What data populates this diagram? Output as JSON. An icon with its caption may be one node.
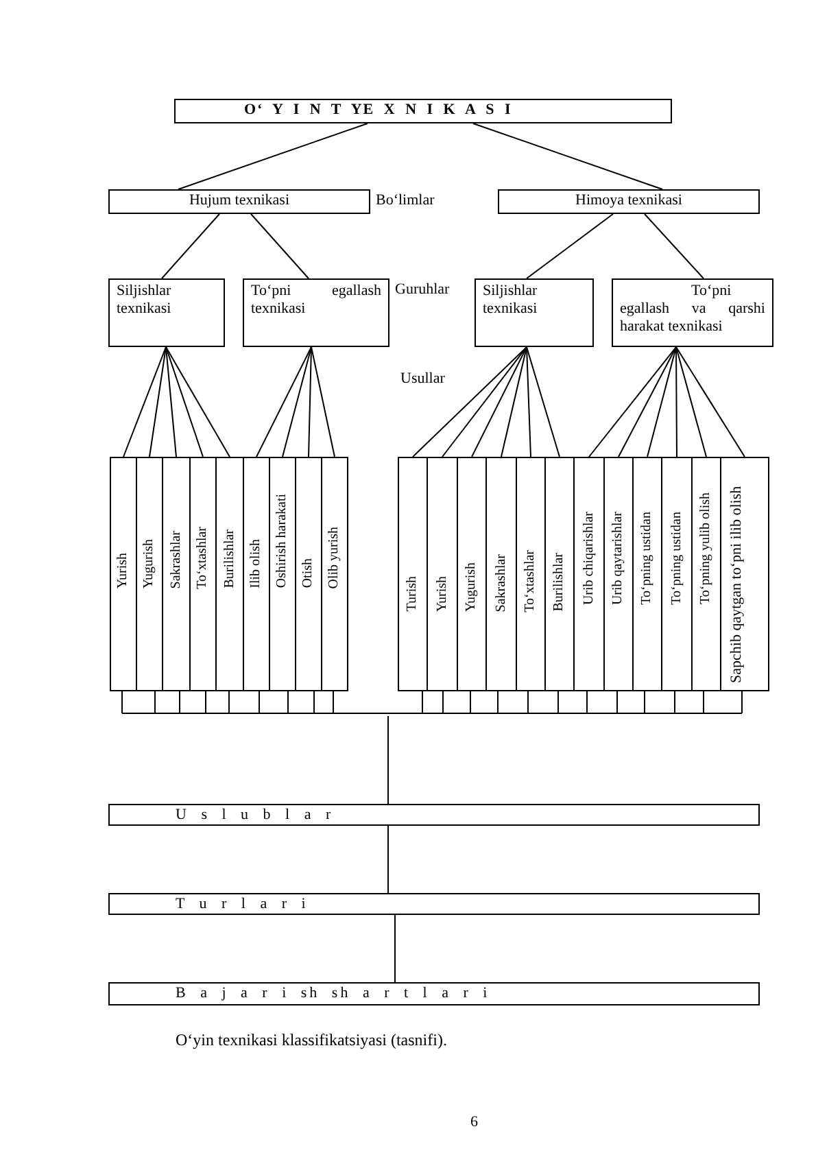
{
  "diagram": {
    "caption": "O‘yin texnikasi klassifikatsiyasi (tasnifi).",
    "nodes": [
      {
        "text": [
          "O‘ Y I N T YE X N I K A S I"
        ]
      },
      {
        "text": [
          "Hujum texnikasi"
        ]
      },
      {
        "text": [
          "Himoya texnikasi"
        ]
      },
      {
        "text": [
          "Siljishlar texnikasi"
        ]
      },
      {
        "text": [
          "To‘pni egallash texnikasi"
        ]
      },
      {
        "text": [
          "Siljishlar texnikasi"
        ]
      },
      {
        "text": [
          "To‘pni egallash va qarshi harakat texnikasi"
        ]
      },
      {
        "text": [
          "Yurish"
        ]
      },
      {
        "text": [
          "Yugurish"
        ]
      },
      {
        "text": [
          "Sakrashlar"
        ]
      },
      {
        "text": [
          "To‘xtashlar"
        ]
      },
      {
        "text": [
          "Burilishlar"
        ]
      },
      {
        "text": [
          "Ilib olish"
        ]
      },
      {
        "text": [
          "Oshirish harakati"
        ]
      },
      {
        "text": [
          "Otish"
        ]
      },
      {
        "text": [
          "Olib yurish"
        ]
      },
      {
        "text": [
          "Turish"
        ]
      },
      {
        "text": [
          "Yurish"
        ]
      },
      {
        "text": [
          "Yugurish"
        ]
      },
      {
        "text": [
          "Sakrashlar"
        ]
      },
      {
        "text": [
          "To‘xtashlar"
        ]
      },
      {
        "text": [
          "Burilishlar"
        ]
      },
      {
        "text": [
          "Urib chiqarishlar"
        ]
      },
      {
        "text": [
          "Urib qaytarishlar"
        ]
      },
      {
        "text": [
          "To‘pning ustidan"
        ]
      },
      {
        "text": [
          "To‘pning ustidan"
        ]
      },
      {
        "text": [
          "To‘pning yulib olish"
        ]
      },
      {
        "text": [
          "Sapchib qaytgan to‘pni ilib olish"
        ]
      },
      {
        "text": [
          "U s l u b l a r"
        ]
      },
      {
        "text": [
          "T u r l a r i"
        ]
      },
      {
        "text": [
          "B a j a r i sh sh a r t l a r i"
        ]
      }
    ],
    "edges": [
      {
        "from": 0,
        "to": 1,
        "arrow": "none"
      },
      {
        "from": 0,
        "to": 2,
        "arrow": "none"
      },
      {
        "from": 1,
        "to": 3,
        "arrow": "none"
      },
      {
        "from": 1,
        "to": 4,
        "arrow": "none"
      },
      {
        "from": 2,
        "to": 5,
        "arrow": "none"
      },
      {
        "from": 2,
        "to": 6,
        "arrow": "none"
      },
      {
        "from": 3,
        "to": 7,
        "arrow": "none"
      },
      {
        "from": 3,
        "to": 8,
        "arrow": "none"
      },
      {
        "from": 3,
        "to": 9,
        "arrow": "none"
      },
      {
        "from": 3,
        "to": 10,
        "arrow": "none"
      },
      {
        "from": 3,
        "to": 11,
        "arrow": "none"
      },
      {
        "from": 4,
        "to": 12,
        "arrow": "none"
      },
      {
        "from": 4,
        "to": 13,
        "arrow": "none"
      },
      {
        "from": 4,
        "to": 14,
        "arrow": "none"
      },
      {
        "from": 4,
        "to": 15,
        "arrow": "none"
      },
      {
        "from": 5,
        "to": 16,
        "arrow": "none"
      },
      {
        "from": 5,
        "to": 17,
        "arrow": "none"
      },
      {
        "from": 5,
        "to": 18,
        "arrow": "none"
      },
      {
        "from": 5,
        "to": 19,
        "arrow": "none"
      },
      {
        "from": 5,
        "to": 20,
        "arrow": "none"
      },
      {
        "from": 5,
        "to": 21,
        "arrow": "none"
      },
      {
        "from": 6,
        "to": 22,
        "arrow": "none"
      },
      {
        "from": 6,
        "to": 23,
        "arrow": "none"
      },
      {
        "from": 6,
        "to": 24,
        "arrow": "none"
      },
      {
        "from": 6,
        "to": 25,
        "arrow": "none"
      },
      {
        "from": 6,
        "to": 26,
        "arrow": "none"
      },
      {
        "from": 6,
        "to": 27,
        "arrow": "none"
      },
      {
        "from": null,
        "to": 28,
        "arrow": "none"
      },
      {
        "from": 28,
        "to": 29,
        "arrow": "none"
      },
      {
        "from": 29,
        "to": 30,
        "arrow": "none"
      }
    ],
    "labels": [
      "Bo‘limlar",
      "Guruhlar",
      "Usullar",
      "6"
    ]
  }
}
